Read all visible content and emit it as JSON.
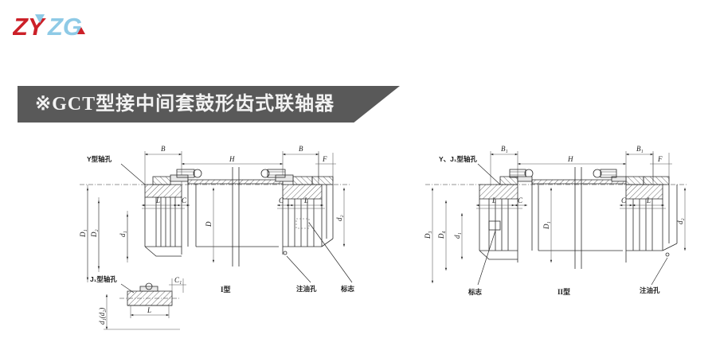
{
  "logo": {
    "text_zy": "ZY",
    "text_zg": "ZG",
    "color_red": "#cc2028",
    "color_blue": "#8ecae6"
  },
  "banner": {
    "title": "※GCT型接中间套鼓形齿式联轴器",
    "background": "#595959",
    "text_color": "#f2f2f2"
  },
  "drawings": {
    "left": {
      "caption": "I型",
      "callouts": {
        "bore_y": "Y型轴孔",
        "bore_j1": "J₁型轴孔",
        "oil_hole": "注油孔",
        "mark": "标志"
      },
      "dims": {
        "b_left": "B",
        "b_right": "B",
        "h": "H",
        "f": "F",
        "c_left": "C",
        "c_right": "C",
        "l_left": "L",
        "l_right": "L",
        "l_detail": "L",
        "c1": "C₁",
        "d_outer": "D₁",
        "d_inner": "D₂",
        "d_small": "d₁",
        "d_center": "D",
        "d_right": "d₂",
        "d_detail": "d₁(d₂)"
      }
    },
    "right": {
      "caption": "II型",
      "callouts": {
        "bore_yj1": "Y、J₁型轴孔",
        "oil_hole": "注油孔",
        "mark": "标志"
      },
      "dims": {
        "b1_left": "B₁",
        "b1_right": "B₁",
        "h": "H",
        "f": "F",
        "c_left": "C",
        "c_right": "C",
        "l_left": "L",
        "l_right": "L",
        "d_outer": "D₃",
        "d_inner": "D₄",
        "d_small": "d₁",
        "d_center": "D₁",
        "d_right": "d₂"
      }
    }
  }
}
